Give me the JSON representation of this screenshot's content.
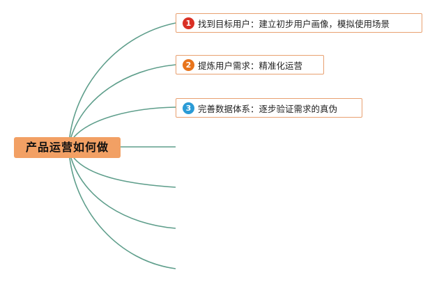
{
  "root": {
    "label": "产品运营如何做"
  },
  "colors": {
    "branch_line": "#5e9e8b",
    "root_fill": "#f2a064",
    "node_border": "#e8a070"
  },
  "nodes": [
    {
      "number": "1",
      "badge_color": "#d93025",
      "text": "找到目标用户：建立初步用户画像，模拟使用场景"
    },
    {
      "number": "2",
      "badge_color": "#e8741c",
      "text": "提炼用户需求：精准化运营"
    },
    {
      "number": "3",
      "badge_color": "#2b9bd6",
      "text": "完善数据体系：逐步验证需求的真伪"
    }
  ]
}
